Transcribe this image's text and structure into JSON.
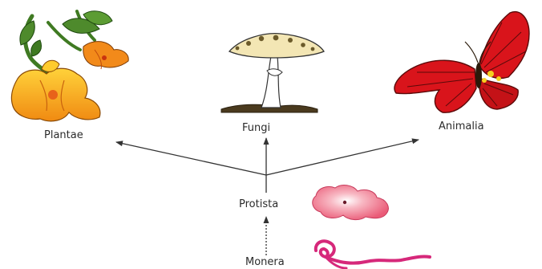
{
  "diagram": {
    "labels": {
      "plantae": "Plantae",
      "fungi": "Fungi",
      "animalia": "Animalia",
      "protista": "Protista",
      "monera": "Monera"
    },
    "icons": {
      "plantae": "flower-icon",
      "fungi": "mushroom-icon",
      "animalia": "butterfly-icon",
      "protista": "amoeba-icon",
      "monera": "bacterium-icon"
    },
    "colors": {
      "arrow": "#333333",
      "flower_petal": "#f7a81b",
      "flower_center": "#e8621a",
      "leaf": "#4e8a2c",
      "mushroom_cap": "#f3e6b4",
      "butterfly": "#d9141b",
      "amoeba": "#ef6f86",
      "bacterium": "#d6287a"
    }
  }
}
